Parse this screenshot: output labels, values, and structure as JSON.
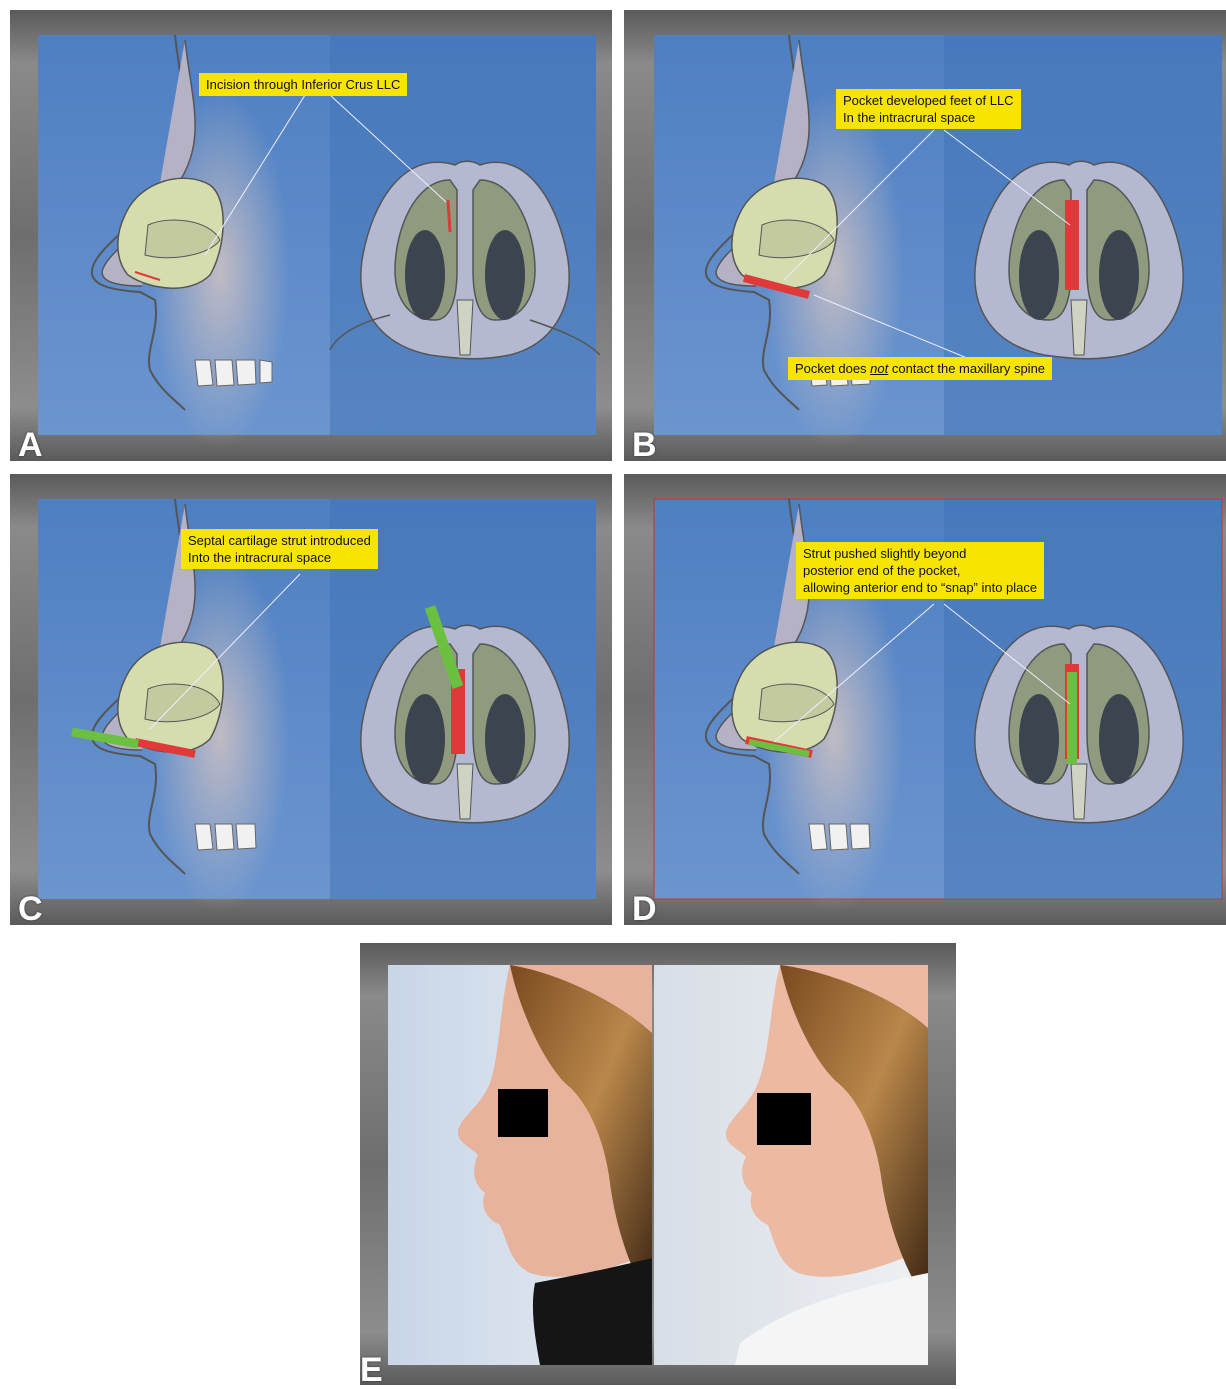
{
  "panels": [
    {
      "id": "A",
      "label": "A",
      "callout": [
        "Incision through Inferior Crus LLC"
      ]
    },
    {
      "id": "B",
      "label": "B",
      "callout": [
        "Pocket developed feet of LLC",
        "In the intracrural space"
      ],
      "callout2": {
        "pre": "Pocket does ",
        "em": "not",
        "post": " contact the maxillary spine"
      }
    },
    {
      "id": "C",
      "label": "C",
      "callout": [
        "Septal cartilage strut introduced",
        "Into the intracrural space"
      ]
    },
    {
      "id": "D",
      "label": "D",
      "callout": [
        "Strut  pushed slightly beyond",
        "posterior end of the pocket,",
        "allowing anterior end to “snap” into place"
      ]
    },
    {
      "id": "E",
      "label": "E"
    }
  ],
  "colors": {
    "background_blue": "#4f7fc0",
    "callout_yellow": "#f7e400",
    "incision_red": "#e0393a",
    "strut_green": "#6bc13f"
  },
  "icons": [
    "privacy-box-icon"
  ]
}
